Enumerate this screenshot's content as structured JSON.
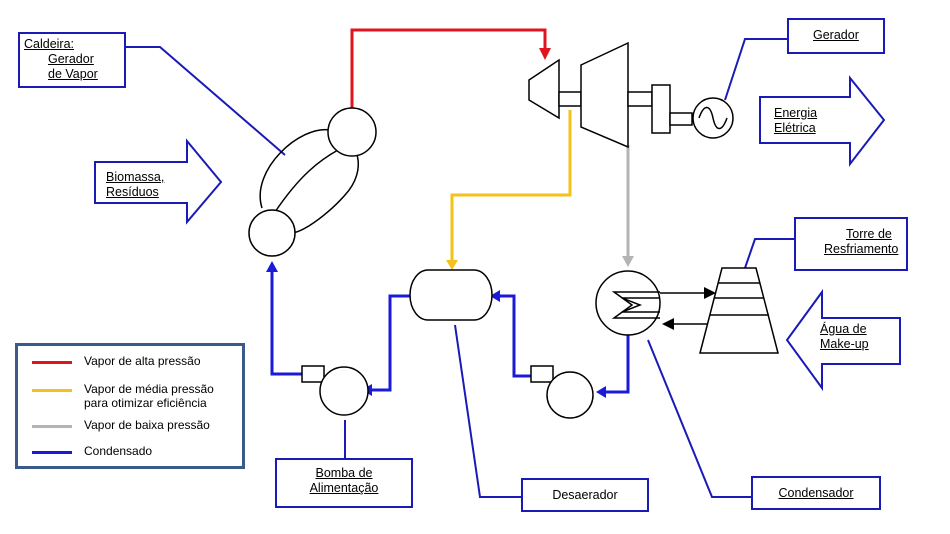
{
  "labels": {
    "caldeira": [
      "Caldeira:",
      "Gerador",
      "de Vapor"
    ],
    "gerador": "Gerador",
    "energia": [
      "Energia",
      "Elétrica"
    ],
    "biomassa": [
      "Biomassa,",
      "Resíduos"
    ],
    "torre": [
      "Torre de",
      "Resfriamento"
    ],
    "agua": [
      "Água de",
      "Make-up"
    ],
    "bomba": [
      "Bomba de",
      "Alimentação"
    ],
    "desaerador": "Desaerador",
    "condensador": "Condensador"
  },
  "legend": [
    {
      "label": "Vapor de alta pressão",
      "color": "#e0141e"
    },
    {
      "label": "Vapor de média pressão para otimizar eficiência",
      "color": "#f5c21a"
    },
    {
      "label": "Vapor de baixa pressão",
      "color": "#b4b4b4"
    },
    {
      "label": "Condensado",
      "color": "#1a1ad8"
    }
  ]
}
